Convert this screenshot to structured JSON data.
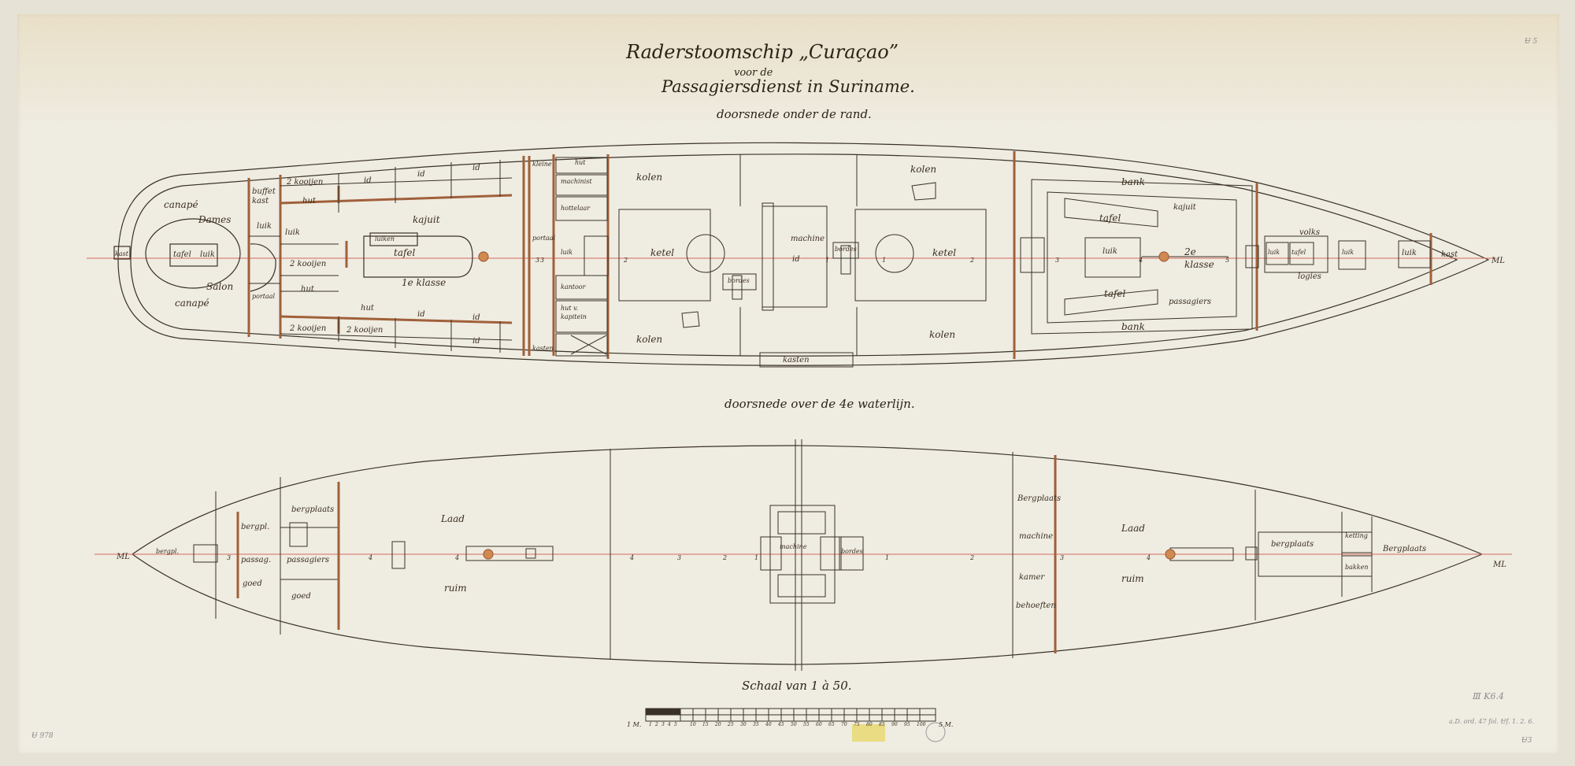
{
  "title": {
    "line1": "Raderstoomschip „Curaçao”",
    "line2": "voor de",
    "line3": "Passagiersdienst in Suriname."
  },
  "upper_plan": {
    "caption": "doorsnede onder de rand.",
    "labels": {
      "dames": "Dames",
      "salon": "Salon",
      "tafel_left": "tafel",
      "luik_left": "luik",
      "canape_top": "canapé",
      "canape_bottom": "canapé",
      "kast_stern": "kast",
      "buffet_kast": "buffet kast",
      "luik_a": "luik",
      "luik_b": "luik",
      "portaal_left": "portaal",
      "kooijen_1": "2 kooijen",
      "kooijen_2": "2 kooijen",
      "kooijen_3": "2 kooijen",
      "kooijen_4": "2 kooijen",
      "hut_1": "hut",
      "hut_2": "hut",
      "hut_3": "hut",
      "id_1": "id",
      "id_2": "id",
      "id_3": "id",
      "id_4": "id",
      "id_5": "id",
      "id_6": "id",
      "kajuit": "kajuit",
      "luiken": "luiken",
      "tafel_1e": "tafel",
      "klasse_1e": "1e klasse",
      "kleine": "kleine",
      "hut_kleine": "hut",
      "machinist": "machinist",
      "hottelaar": "hottelaar",
      "portaal_mid": "portaal",
      "luik_mid": "luik",
      "kantoor": "kantoor",
      "hut_kapitein": "hut v. kapitein",
      "kasten_mid": "kasten",
      "kolen_1": "kolen",
      "kolen_2": "kolen",
      "kolen_3": "kolen",
      "kolen_4": "kolen",
      "ketel_1": "ketel",
      "ketel_2": "ketel",
      "machine": "machine",
      "machine_id": "id",
      "bordes_1": "bordes",
      "bordes_2": "bordes",
      "kasten_bottom": "kasten",
      "bank_top": "bank",
      "bank_bottom": "bank",
      "tafel_2e_a": "tafel",
      "tafel_2e_b": "tafel",
      "kajuit_2e": "kajuit",
      "luik_2e": "luik",
      "klasse_2e": "2e klasse",
      "passagiers": "passagiers",
      "volks": "volks",
      "logies": "logies",
      "luik_v1": "luik",
      "tafel_v": "tafel",
      "luik_v2": "luik",
      "luik_v3": "luik",
      "kast_bow": "kast",
      "ml_upper": "ML"
    },
    "frame_numbers": [
      "3",
      "3",
      "2",
      "1",
      "1",
      "2",
      "3",
      "4",
      "5"
    ]
  },
  "lower_plan": {
    "caption": "doorsnede over de 4e waterlijn.",
    "labels": {
      "ml_left": "ML",
      "bergpl": "bergpl.",
      "bergpl_2": "bergpl.",
      "passag": "passag.",
      "goed_1": "goed",
      "bergplaats_1": "bergplaats",
      "passagiers": "passagiers",
      "goed_2": "goed",
      "laad_1": "Laad",
      "ruim_1": "ruim",
      "machine_center": "machine",
      "bordes": "bordes",
      "bergplaats_2": "Bergplaats",
      "machine_kamer": "machine",
      "kamer": "kamer",
      "behoeften": "behoeften",
      "laad_2": "Laad",
      "ruim_2": "ruim",
      "bergplaats_3": "bergplaats",
      "ketting": "ketting",
      "bakken": "bakken",
      "bergplaats_4": "Bergplaats",
      "ml_right": "ML"
    },
    "frame_numbers": [
      "3",
      "4",
      "4",
      "4",
      "3",
      "2",
      "1",
      "1",
      "2",
      "3",
      "4"
    ]
  },
  "scale": {
    "caption": "Schaal van 1 à 50.",
    "left_unit": "1 M.",
    "right_unit": "5 M.",
    "tick_labels": [
      "1",
      "2",
      "3",
      "4",
      "5",
      "10",
      "15",
      "20",
      "25",
      "30",
      "35",
      "40",
      "45",
      "50",
      "55",
      "60",
      "65",
      "70",
      "75",
      "80",
      "85",
      "90",
      "95",
      "100"
    ]
  },
  "stamps": {
    "left_margin": "Ʉ 978",
    "top_right": "Ʉ 5",
    "right_code": "Ⅲ K6.4",
    "right_note": "a.D. ord. 47 fol. Ʉf. 1. 2. 6.",
    "right_bottom": "Ʉ3"
  },
  "colors": {
    "ink": "#3a3226",
    "brown_wall": "#a0603a",
    "red_centerline": "#d46a5e",
    "paper": "#efece2"
  }
}
